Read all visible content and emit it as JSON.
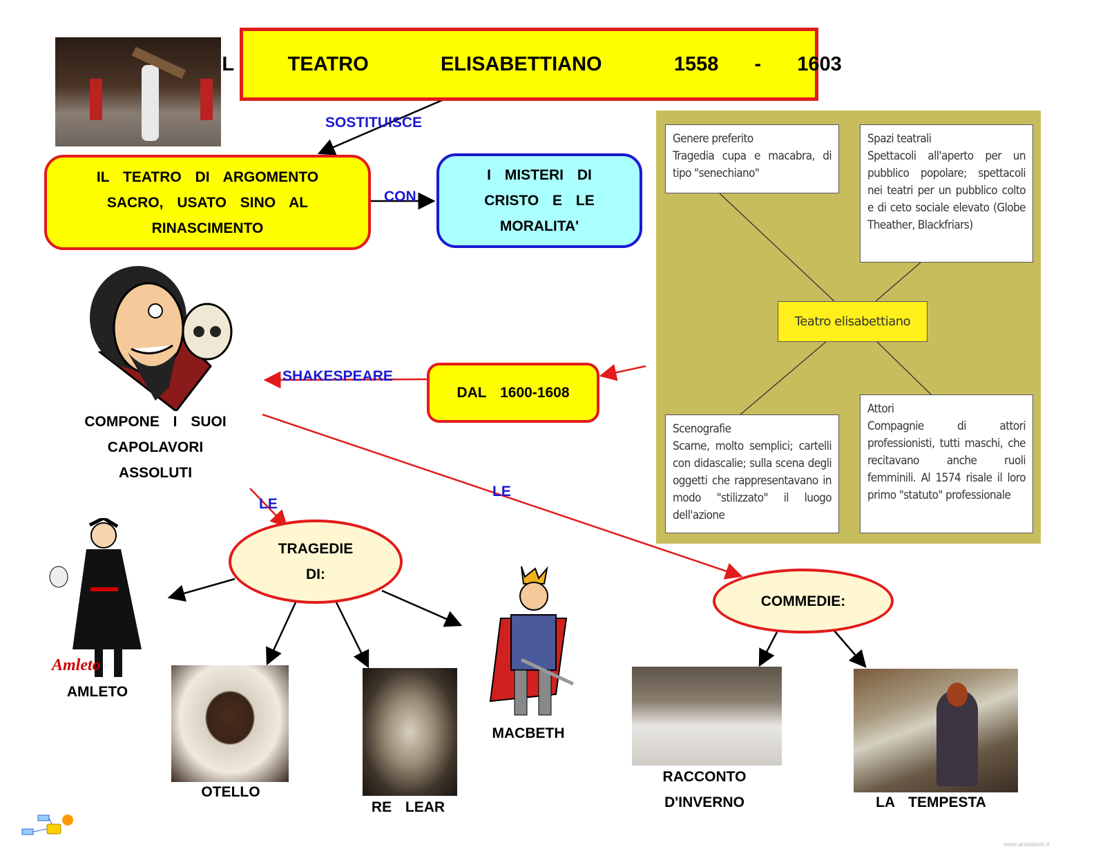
{
  "title": "IL   TEATRO    ELISABETTIANO    1558  -  1603",
  "links": {
    "sostituisce": "SOSTITUISCE",
    "con": "CON",
    "shakespeare": "SHAKESPEARE",
    "le_tragedie": "LE",
    "le_commedie": "LE"
  },
  "boxes": {
    "sacro": "IL  TEATRO  DI  ARGOMENTO\nSACRO,  USATO  SINO  AL\nRINASCIMENTO",
    "misteri": "I  MISTERI  DI\nCRISTO  E LE\nMORALITA'",
    "dal": "DAL   1600-1608",
    "compone": "COMPONE   I  SUOI\nCAPOLAVORI\nASSOLUTI"
  },
  "panel": {
    "center": "Teatro elisabettiano",
    "cards": [
      {
        "heading": "Genere preferito",
        "text": "Tragedia cupa e macabra, di tipo \"senechiano\""
      },
      {
        "heading": "Spazi teatrali",
        "text": "Spettacoli all'aperto per un pubblico popolare; spettacoli nei teatri per un pubblico colto e di ceto sociale elevato (Globe Theather, Blackfriars)"
      },
      {
        "heading": "Scenografie",
        "text": "Scarne, molto semplici; cartelli con didascalie; sulla scena degli oggetti che rappresentavano in modo \"stilizzato\" il luogo dell'azione"
      },
      {
        "heading": "Attori",
        "text": "Compagnie di attori professionisti, tutti maschi, che recitavano anche ruoli femminili. Al 1574 risale il loro primo \"statuto\" professionale"
      }
    ]
  },
  "tragedie": {
    "label": "TRAGEDIE\nDI:",
    "items": [
      "AMLETO",
      "OTELLO",
      "RE   LEAR",
      "MACBETH"
    ]
  },
  "commedie": {
    "label": "COMMEDIE:",
    "items": [
      "RACCONTO\nD'INVERNO",
      "LA    TEMPESTA"
    ]
  },
  "decor": {
    "amleto_logo": "Amleto",
    "watermark": "www.anastasis.it"
  },
  "colors": {
    "red": "#e21b1b",
    "yellow": "#ffff00",
    "blue": "#1a1ad0",
    "cyan": "#aaffff",
    "panel": "#c8bd5d"
  }
}
